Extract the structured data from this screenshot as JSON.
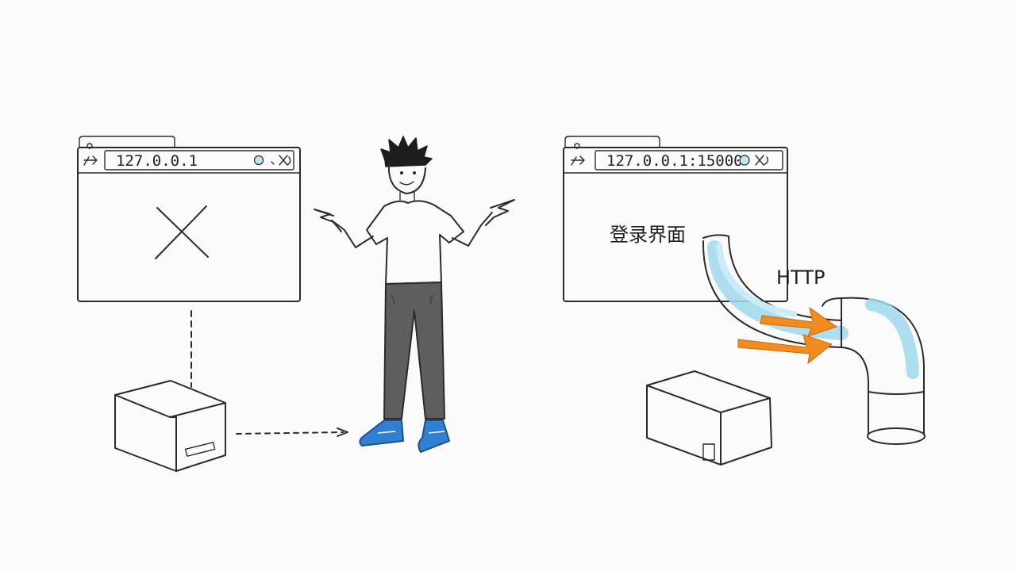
{
  "left_browser": {
    "url": "127.0.0.1"
  },
  "right_browser": {
    "url": "127.0.0.1:15000",
    "content_label": "登录界面"
  },
  "pipe": {
    "label": "HTTP"
  },
  "colors": {
    "ink": "#2b2b2b",
    "pipe_blue": "#9dd8ec",
    "arrow_orange": "#f28c1e",
    "shoe_blue": "#2f7fd3",
    "pants_gray": "#5e5e5e"
  }
}
